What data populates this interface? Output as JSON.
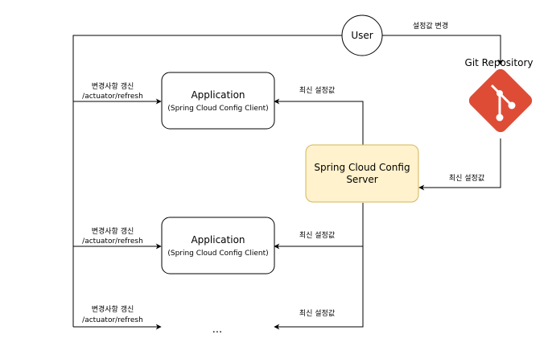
{
  "diagram": {
    "user_label": "User",
    "git_label": "Git Repository",
    "config_server_line1": "Spring Cloud Config",
    "config_server_line2": "Server",
    "app1_title": "Application",
    "app1_subtitle": "(Spring Cloud Config Client)",
    "app2_title": "Application",
    "app2_subtitle": "(Spring Cloud Config Client)",
    "ellipsis": "...",
    "edge_user_to_git": "설정값 변경",
    "edge_git_to_server": "최신 설정값",
    "edge_server_to_app1": "최신 설정값",
    "edge_server_to_app2": "최신 설정값",
    "edge_server_to_app3": "최신 설정값",
    "refresh1_line1": "변경사항 갱신",
    "refresh1_line2": "/actuator/refresh",
    "refresh2_line1": "변경사항 갱신",
    "refresh2_line2": "/actuator/refresh",
    "refresh3_line1": "변경사항 갱신",
    "refresh3_line2": "/actuator/refresh",
    "colors": {
      "stroke": "#000000",
      "server_fill": "#fff2cc",
      "server_stroke": "#d6b656",
      "git_red": "#de4c36"
    }
  }
}
